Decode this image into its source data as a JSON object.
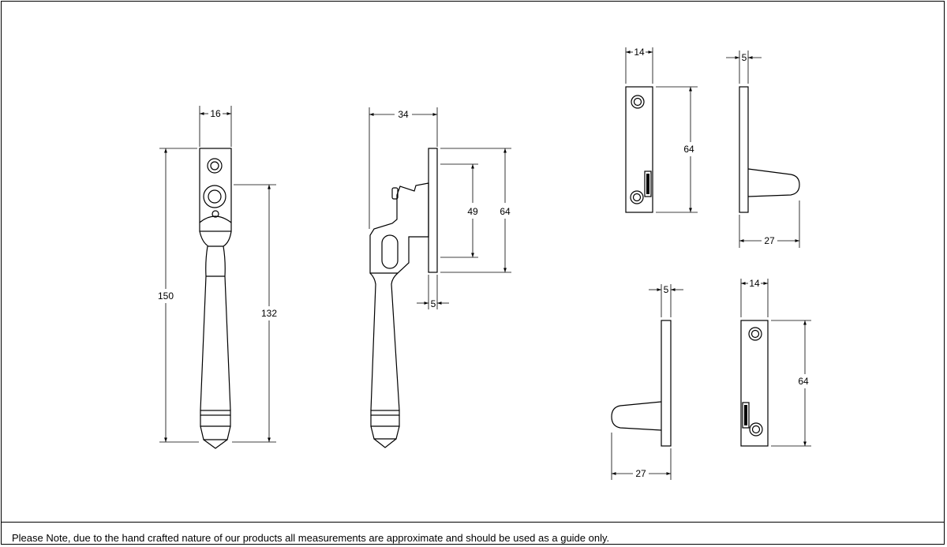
{
  "dimensions": {
    "handle_front_width": "16",
    "handle_front_height": "150",
    "handle_front_lever": "132",
    "handle_side_depth": "34",
    "handle_side_inner": "49",
    "handle_side_height": "64",
    "handle_side_plate": "5",
    "keep_a_width": "14",
    "keep_a_height": "64",
    "keep_b_plate": "5",
    "keep_b_depth": "27",
    "keep_c_plate": "5",
    "keep_c_depth": "27",
    "keep_d_width": "14",
    "keep_d_height": "64"
  },
  "note": "Please Note, due to the hand crafted nature of our products all measurements are approximate and should be used as a guide only."
}
